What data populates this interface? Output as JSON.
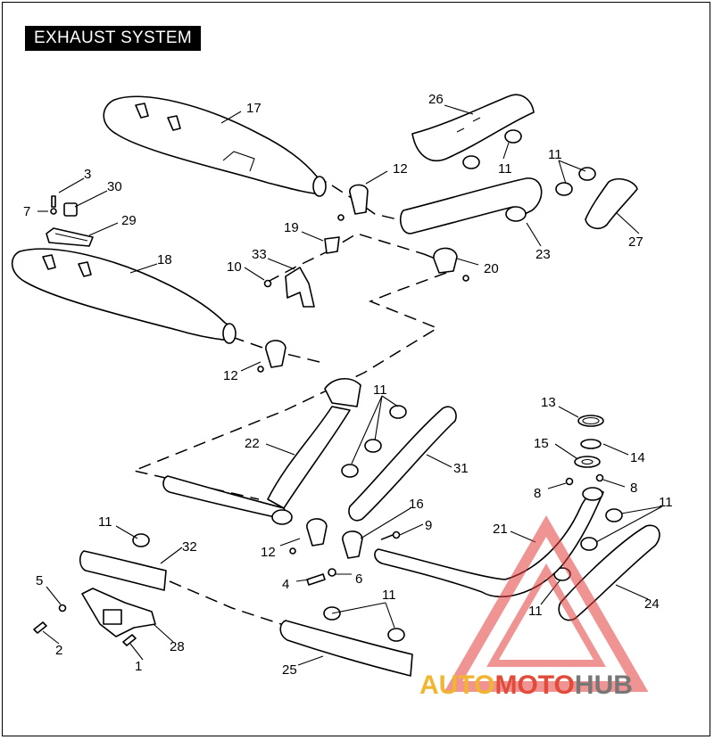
{
  "title": "EXHAUST SYSTEM",
  "callouts": [
    "1",
    "2",
    "3",
    "4",
    "5",
    "6",
    "7",
    "8",
    "8",
    "9",
    "10",
    "11",
    "11",
    "11",
    "11",
    "11",
    "11",
    "11",
    "11",
    "12",
    "12",
    "12",
    "12",
    "13",
    "14",
    "15",
    "16",
    "17",
    "18",
    "19",
    "20",
    "21",
    "22",
    "23",
    "24",
    "25",
    "26",
    "27",
    "28",
    "29",
    "30",
    "31",
    "32",
    "33"
  ],
  "watermark": {
    "part1": "AUTO",
    "part2": "MOTO",
    "part3": "HUB",
    "colors": {
      "auto": "#f2b530",
      "moto": "#e24a3a",
      "hub": "#777777"
    }
  }
}
